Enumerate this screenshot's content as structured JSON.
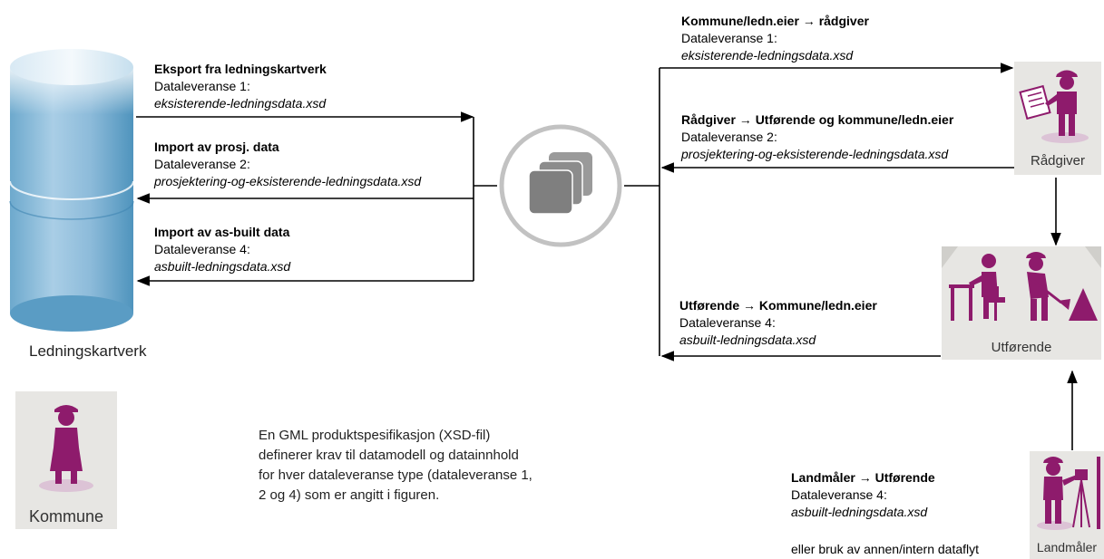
{
  "database": {
    "label": "Ledningskartverk"
  },
  "flows_left": [
    {
      "title": "Eksport fra ledningskartverk",
      "delivery": "Dataleveranse 1:",
      "file": "eksisterende-ledningsdata.xsd"
    },
    {
      "title": "Import av prosj. data",
      "delivery": "Dataleveranse 2:",
      "file": "prosjektering-og-eksisterende-ledningsdata.xsd"
    },
    {
      "title": "Import av as-built data",
      "delivery": "Dataleveranse 4:",
      "file": "asbuilt-ledningsdata.xsd"
    }
  ],
  "flows_right": [
    {
      "title": "Kommune/ledn.eier → rådgiver",
      "delivery": "Dataleveranse 1:",
      "file": "eksisterende-ledningsdata.xsd"
    },
    {
      "title": "Rådgiver → Utførende og kommune/ledn.eier",
      "delivery": "Dataleveranse 2:",
      "file": "prosjektering-og-eksisterende-ledningsdata.xsd"
    },
    {
      "title": "Utførende → Kommune/ledn.eier",
      "delivery": "Dataleveranse 4:",
      "file": "asbuilt-ledningsdata.xsd"
    },
    {
      "title": "Landmåler → Utførende",
      "delivery": "Dataleveranse 4:",
      "file": "asbuilt-ledningsdata.xsd",
      "extra": "eller bruk av annen/intern dataflyt"
    }
  ],
  "actors": {
    "kommune": "Kommune",
    "radgiver": "Rådgiver",
    "utforende": "Utførende",
    "landmaler": "Landmåler"
  },
  "note": {
    "lines": [
      "En GML produktspesifikasjon (XSD-fil)",
      "definerer krav til datamodell og datainnhold",
      "for hver dataleveranse type (dataleveranse 1,",
      "2 og 4) som er angitt i figuren."
    ]
  },
  "colors": {
    "cylinder_light": "#e6f1f8",
    "cylinder_dark": "#4f94bd",
    "figure": "#8e1b6c",
    "tile_bg": "#e7e6e3",
    "hub_ring": "#bdbdbd",
    "hub_icon": "#8a8a8a"
  }
}
